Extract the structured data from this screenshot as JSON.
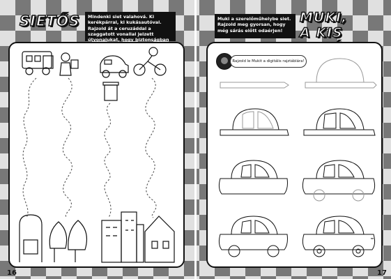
{
  "left_page": {
    "title": "SIETŐS",
    "instructions": "Mindenki siet valahová. Ki kerékpárral, ki kukásautóval. Rajzold át a ceruzáddal a szaggatott vonallal jelzett útvonalukat, hogy biztonságban oda is érjenek!",
    "page_number": "16"
  },
  "right_page": {
    "title_line1": "MUKI,",
    "title_line2": "A KIS AUTÓ",
    "instructions": "Muki a szerelőműhelybe siet. Rajzold meg gyorsan, hogy még sárás előtt odaérjen!",
    "tag_text": "Rajzold le Mukit a digitális rajztáblára!",
    "page_number": "17"
  }
}
